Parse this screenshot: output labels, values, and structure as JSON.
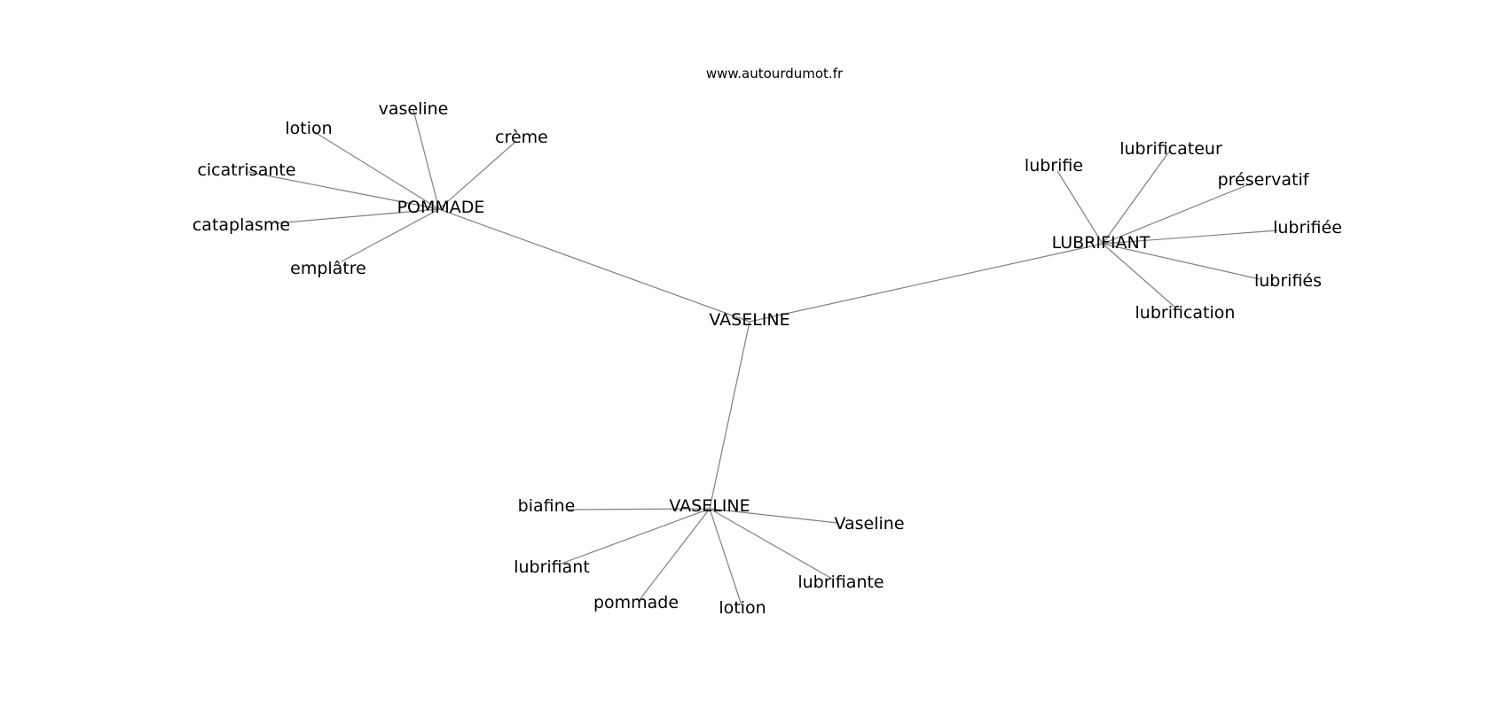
{
  "site": "www.autourdumot.fr",
  "center": {
    "id": "center",
    "label": "VASELINE"
  },
  "hubs": [
    {
      "id": "pommade",
      "label": "POMMADE",
      "leaves": [
        "vaseline",
        "lotion",
        "crème",
        "cicatrisante",
        "cataplasme",
        "emplâtre"
      ]
    },
    {
      "id": "lubrifiant",
      "label": "LUBRIFIANT",
      "leaves": [
        "lubrifie",
        "lubrificateur",
        "préservatif",
        "lubrifiée",
        "lubrifiés",
        "lubrification"
      ]
    },
    {
      "id": "vaseline",
      "label": "VASELINE",
      "leaves": [
        "biafine",
        "Vaseline",
        "lubrifiant",
        "pommade",
        "lotion",
        "lubrifiante"
      ]
    }
  ]
}
